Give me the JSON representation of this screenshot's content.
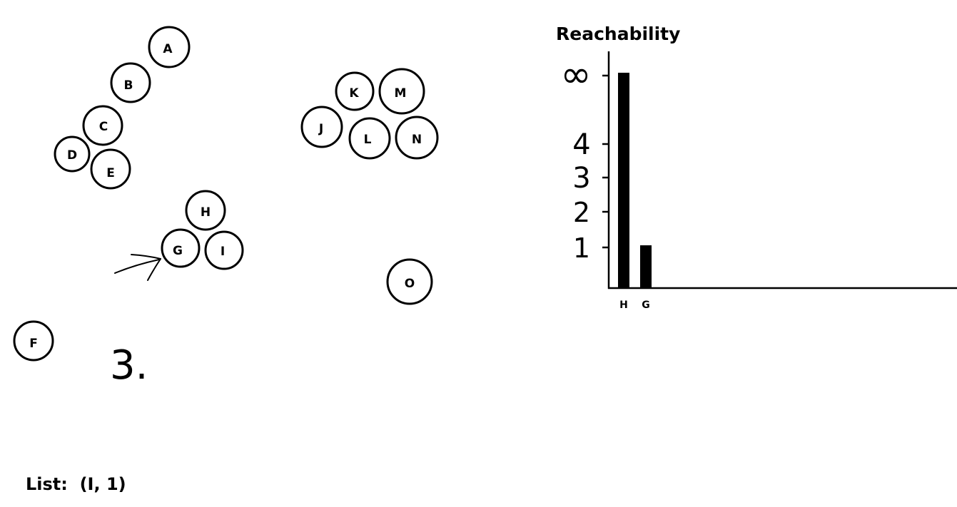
{
  "nodes": [
    {
      "id": "A",
      "label": "A"
    },
    {
      "id": "B",
      "label": "B"
    },
    {
      "id": "C",
      "label": "C"
    },
    {
      "id": "D",
      "label": "D"
    },
    {
      "id": "E",
      "label": "E"
    },
    {
      "id": "F",
      "label": "F"
    },
    {
      "id": "G",
      "label": "G"
    },
    {
      "id": "H",
      "label": "H"
    },
    {
      "id": "I",
      "label": "I"
    },
    {
      "id": "J",
      "label": "J"
    },
    {
      "id": "K",
      "label": "K"
    },
    {
      "id": "L",
      "label": "L"
    },
    {
      "id": "M",
      "label": "M"
    },
    {
      "id": "N",
      "label": "N"
    },
    {
      "id": "O",
      "label": "O"
    }
  ],
  "step_label": "3.",
  "list_text": "List:  (I, 1)",
  "chart_data": {
    "type": "bar",
    "title": "Reachability",
    "categories": [
      "H",
      "G"
    ],
    "values": [
      "∞",
      1
    ],
    "y_ticks": [
      "1",
      "2",
      "3",
      "4",
      "∞"
    ],
    "xlabel": "",
    "ylabel": ""
  }
}
